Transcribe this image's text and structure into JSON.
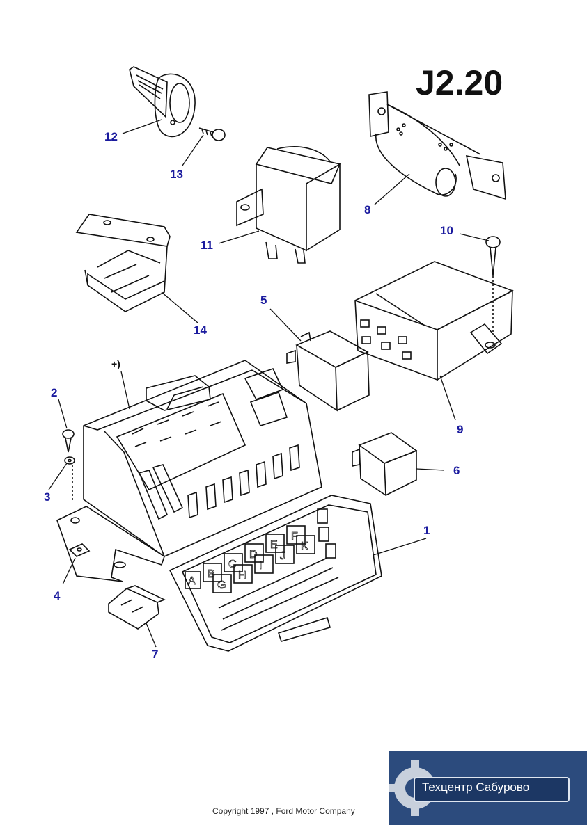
{
  "diagram_code": "J2.20",
  "callouts": [
    "1",
    "2",
    "3",
    "4",
    "5",
    "6",
    "7",
    "8",
    "9",
    "10",
    "11",
    "12",
    "13",
    "14"
  ],
  "box_letters": [
    "A",
    "B",
    "C",
    "D",
    "E",
    "F",
    "G",
    "H",
    "I",
    "J",
    "K"
  ],
  "plus_mark": "+)",
  "copyright": "Copyright 1997 , Ford Motor Company",
  "logo_text": "Техцентр Сабурово",
  "colors": {
    "callout": "#1a1a9e",
    "logo_bg": "#2c4b7d"
  }
}
